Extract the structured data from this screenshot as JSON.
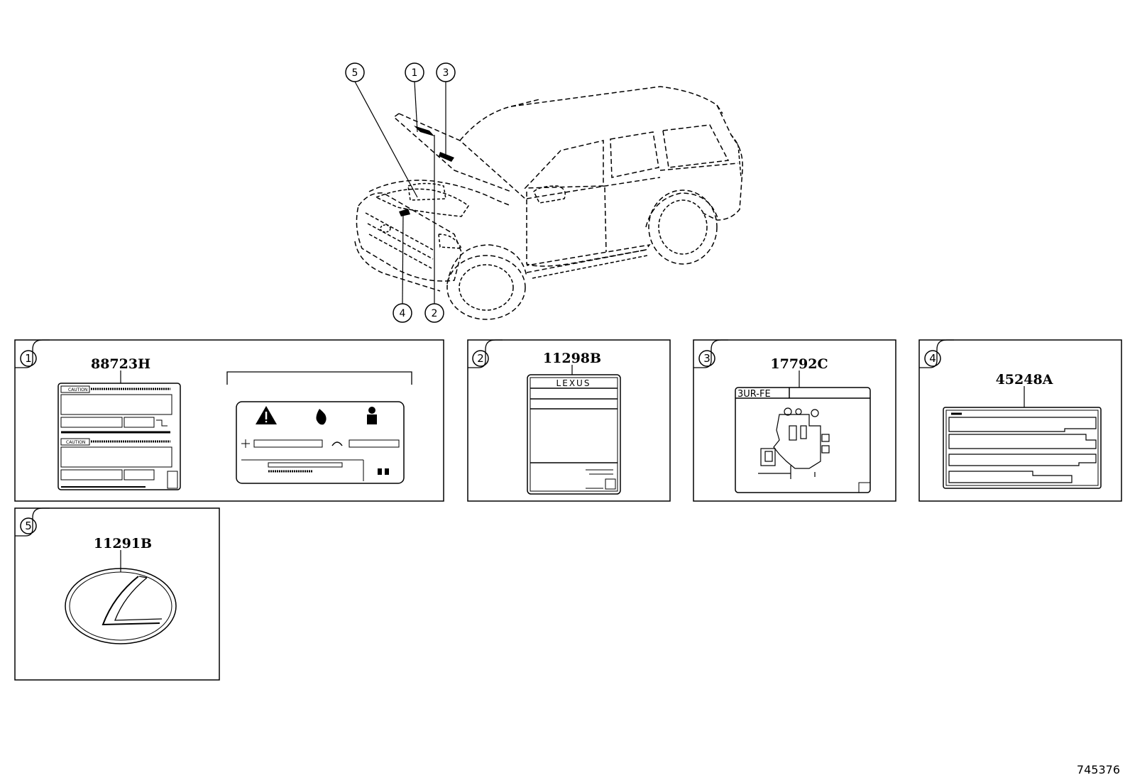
{
  "callouts": [
    "5",
    "1",
    "3",
    "4",
    "2"
  ],
  "panels": [
    {
      "num": "1",
      "part": "88723H"
    },
    {
      "num": "2",
      "part": "11298B"
    },
    {
      "num": "3",
      "part": "17792C"
    },
    {
      "num": "4",
      "part": "45248A"
    },
    {
      "num": "5",
      "part": "11291B"
    }
  ],
  "label1": {
    "caution1": "CAUTION",
    "caution2": "CAUTION"
  },
  "label2": {
    "brand": "LEXUS"
  },
  "label3": {
    "engine": "3UR-FE"
  },
  "diagram_id": "745376"
}
